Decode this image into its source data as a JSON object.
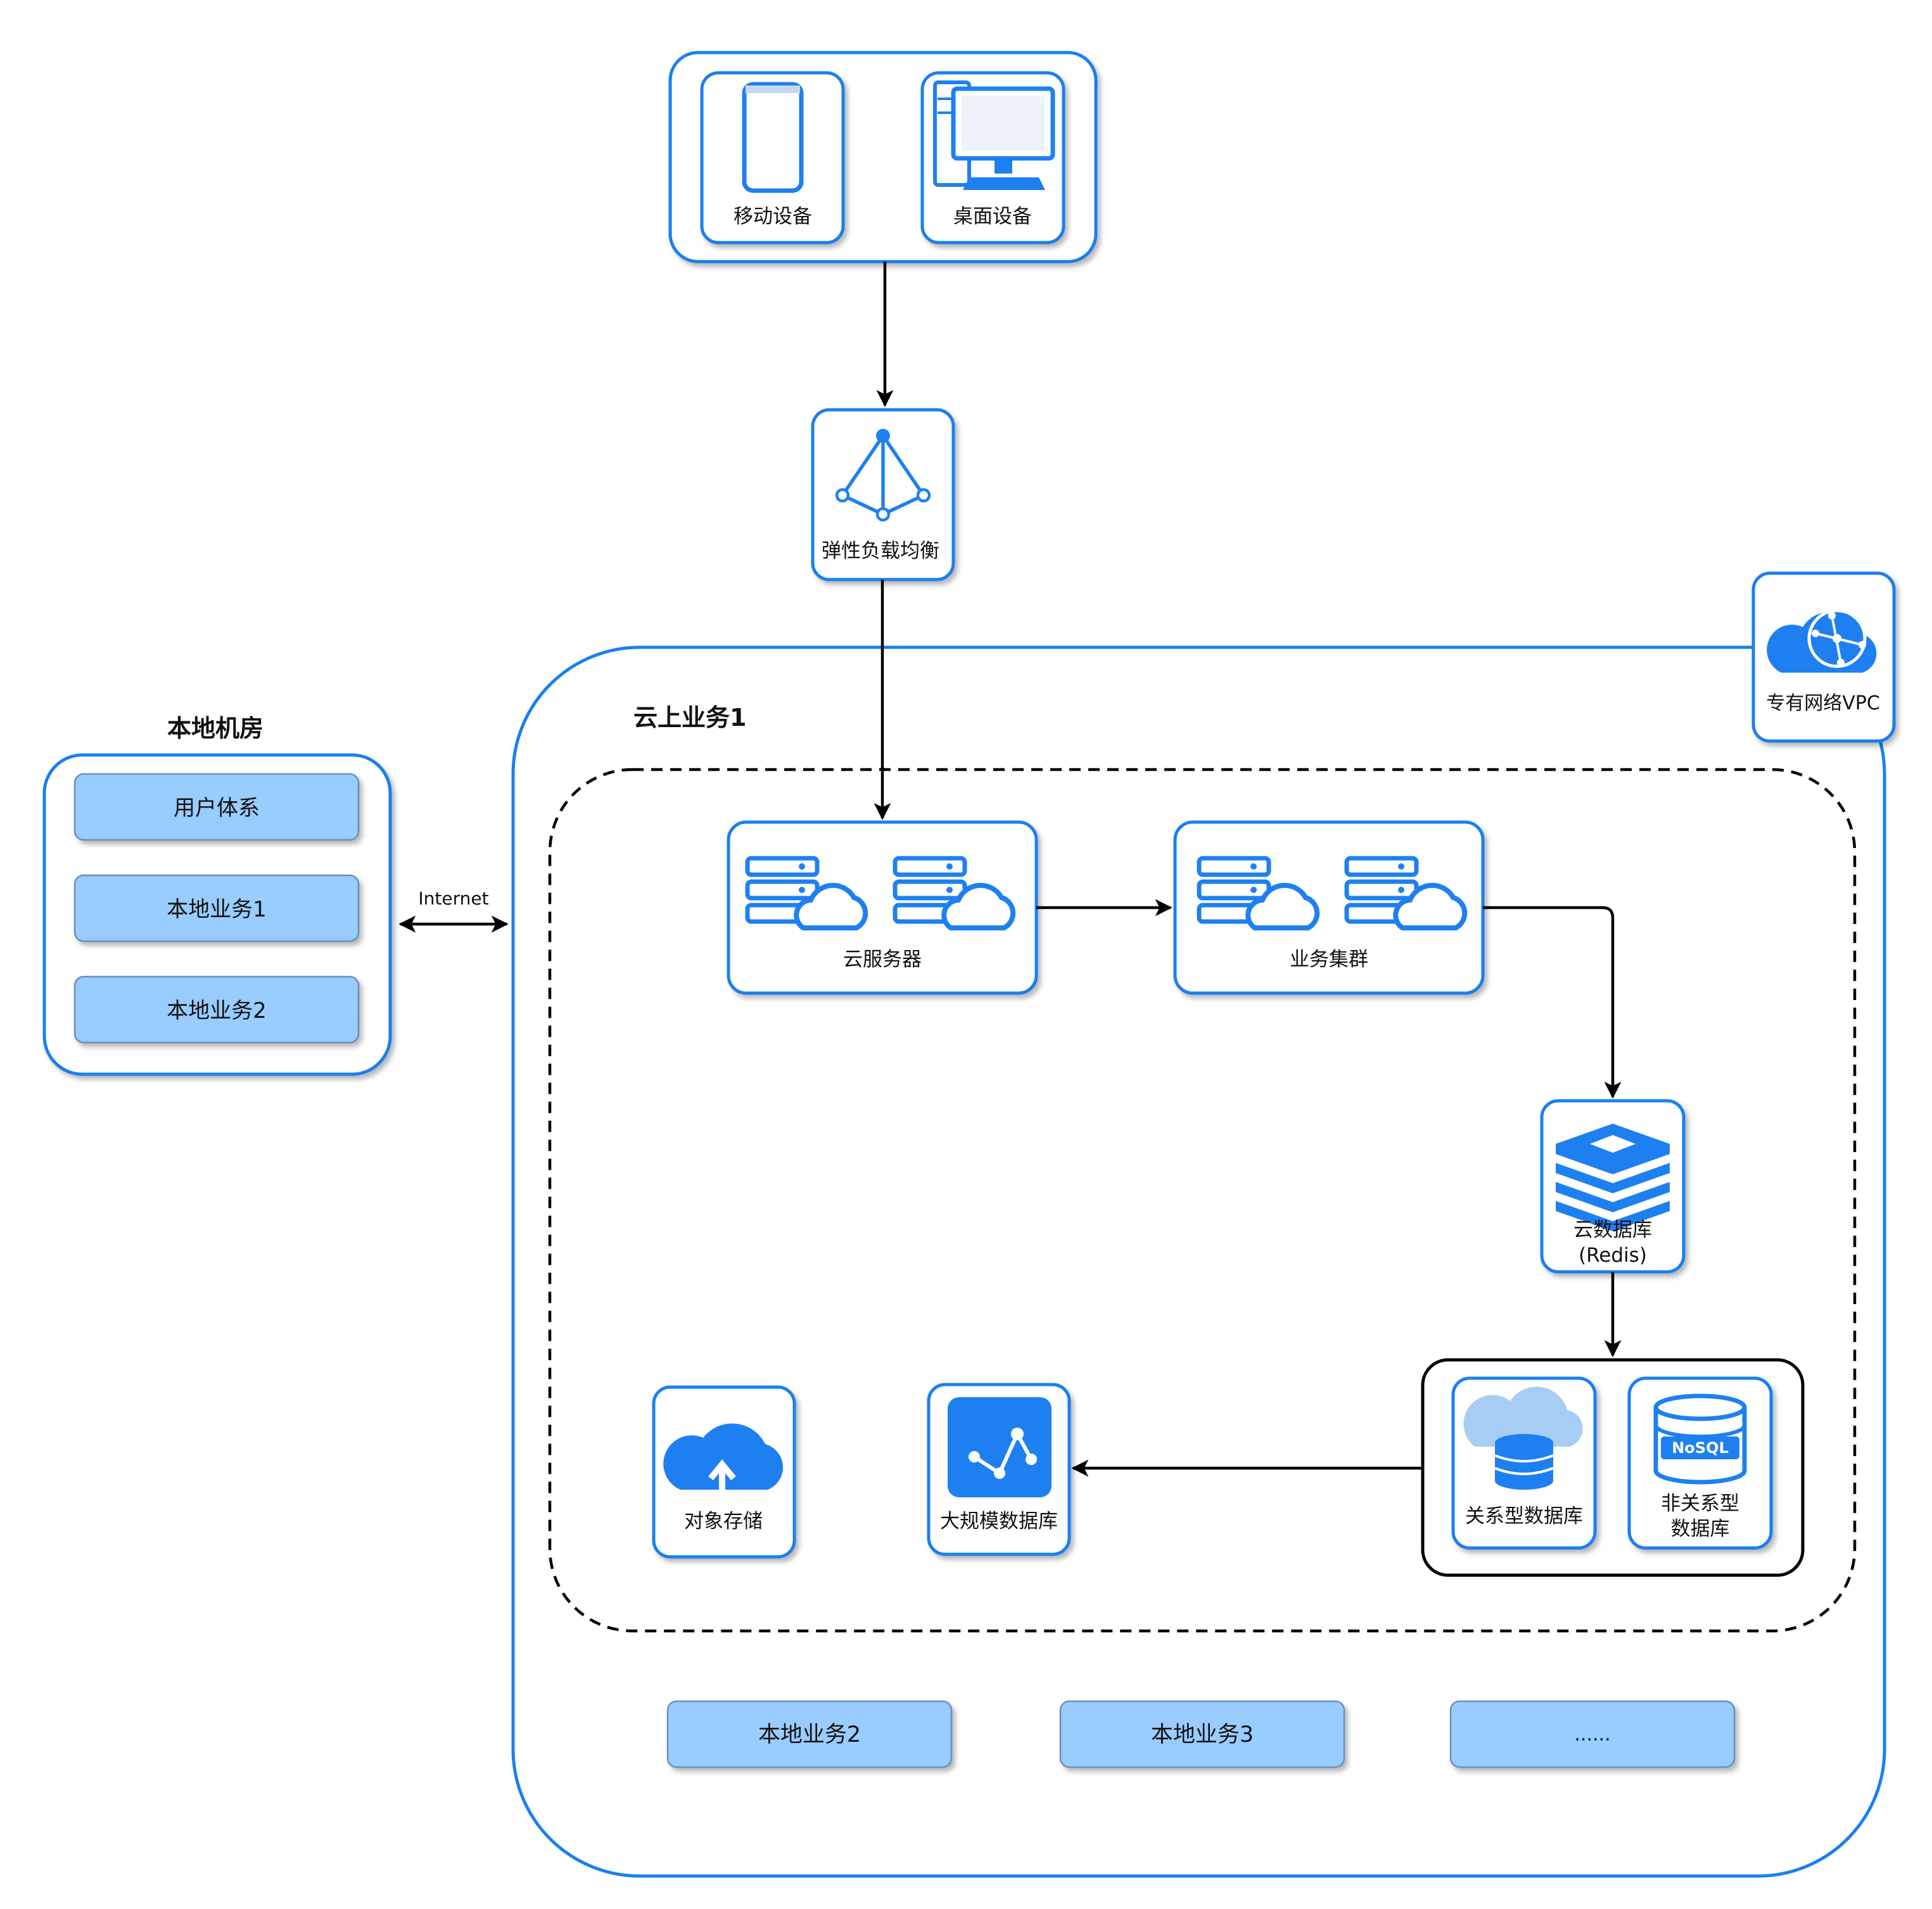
{
  "devices": {
    "mobile": "移动设备",
    "desktop": "桌面设备"
  },
  "slb": "弹性负载均衡",
  "vpc": "专有网络VPC",
  "local_room": {
    "title": "本地机房",
    "items": [
      "用户体系",
      "本地业务1",
      "本地业务2"
    ]
  },
  "internet_label": "Internet",
  "cloud": {
    "title": "云上业务1",
    "ecs": "云服务器",
    "cluster": "业务集群",
    "redis": [
      "云数据库",
      "(Redis)"
    ],
    "rdb": "关系型数据库",
    "nosql": [
      "非关系型",
      "数据库"
    ],
    "nosql_badge": "NoSQL",
    "bigdata": "大规模数据库",
    "oss": "对象存储",
    "bottom_items": [
      "本地业务2",
      "本地业务3",
      "......"
    ]
  },
  "colors": {
    "accent": "#1a7ff0",
    "pill_fill": "#99ccff",
    "pill_stroke": "#6c8ebf"
  }
}
